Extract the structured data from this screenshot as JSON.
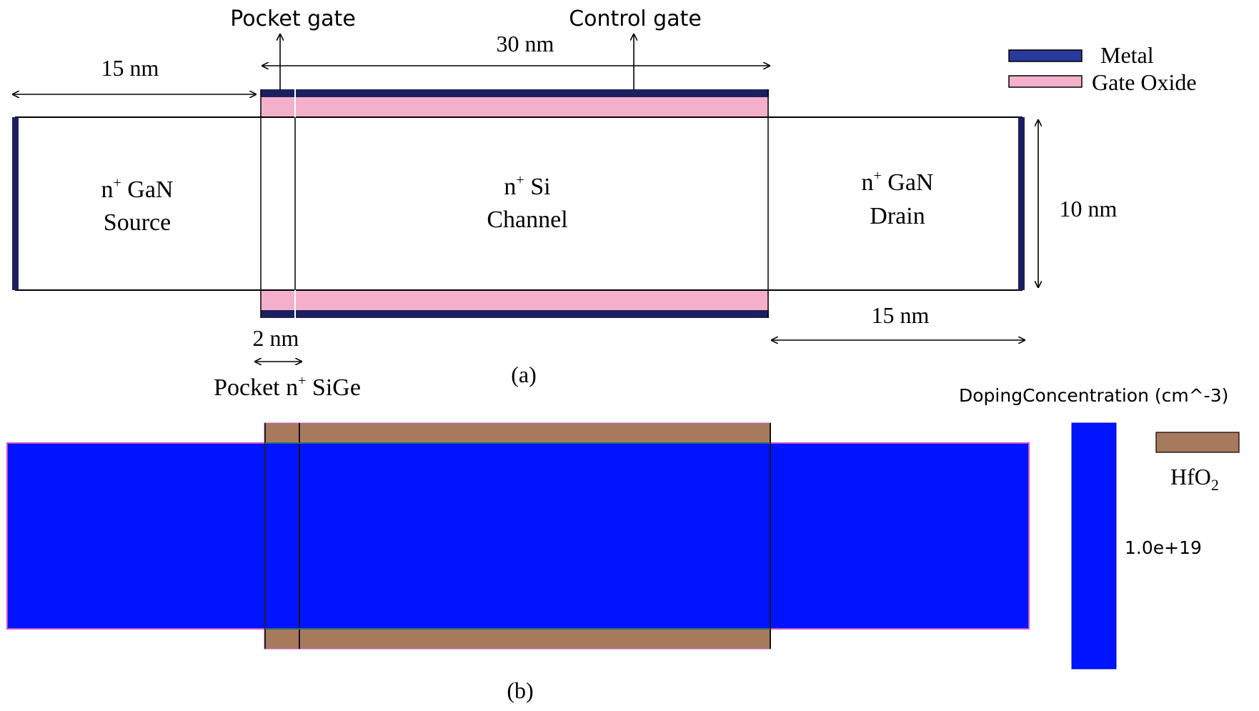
{
  "part_a": {
    "caption": "(a)",
    "labels": {
      "pocket_gate": "Pocket gate",
      "control_gate": "Control gate",
      "gate_length": "30 nm",
      "source_length": "15 nm",
      "drain_length": "15 nm",
      "thickness": "10 nm",
      "pocket_length": "2 nm",
      "pocket_prefix": "Pocket n",
      "pocket_sup": "+",
      "pocket_suffix": " SiGe"
    },
    "regions": {
      "source_line1_prefix": "n",
      "source_sup": "+",
      "source_line1_suffix": " GaN",
      "source_line2": "Source",
      "channel_line1_prefix": "n",
      "channel_sup": "+",
      "channel_line1_suffix": " Si",
      "channel_line2": "Channel",
      "drain_line1_prefix": "n",
      "drain_sup": "+",
      "drain_line1_suffix": " GaN",
      "drain_line2": "Drain"
    },
    "legend": {
      "metal": "Metal",
      "gate_oxide": "Gate Oxide"
    },
    "colors": {
      "metal": "#1c1f5e",
      "gate_oxide": "#f4b0cb",
      "outline": "#000000"
    }
  },
  "part_b": {
    "caption": "(b)",
    "legend_title": "DopingConcentration (cm^-3)",
    "colorbar_value": "1.0e+19",
    "oxide_label_main": "HfO",
    "oxide_label_sub": "2",
    "colors": {
      "doping": "#0014ff",
      "hfo2": "#a77a5e",
      "edge": "#cc55cc"
    }
  }
}
